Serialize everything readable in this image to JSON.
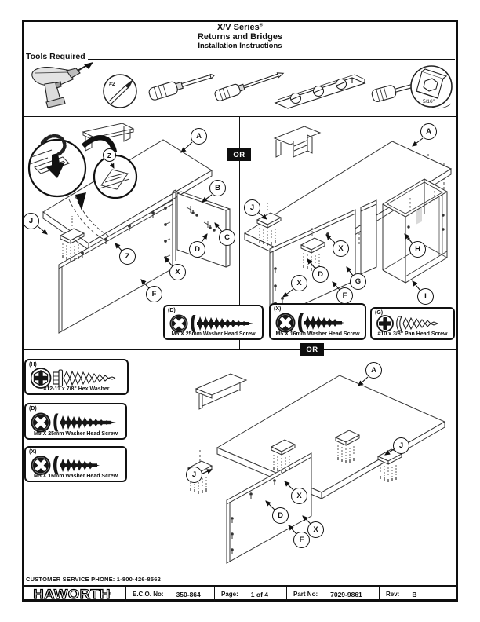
{
  "page": {
    "title_line1": "X/V Series",
    "title_reg": "®",
    "title_line2": "Returns and Bridges",
    "title_line3": "Installation Instructions"
  },
  "tools": {
    "heading": "Tools Required",
    "items": [
      {
        "name": "power-drill"
      },
      {
        "name": "phillips-bit",
        "label": "#2"
      },
      {
        "name": "phillips-screwdriver"
      },
      {
        "name": "flathead-screwdriver"
      },
      {
        "name": "level"
      },
      {
        "name": "nut-driver"
      },
      {
        "name": "socket-detail",
        "label": "5/16\""
      }
    ]
  },
  "or_label": "OR",
  "hardware": {
    "d25": {
      "tag": "(D)",
      "label": "M5 X 25mm Washer Head Screw"
    },
    "x16": {
      "tag": "(X)",
      "label": "M5 X 16mm Washer Head Screw"
    },
    "g10": {
      "tag": "(G)",
      "label": "#10 x 3/8\" Pan Head Screw"
    },
    "h12": {
      "tag": "(H)",
      "label": "#12-11 x 7/8\" Hex Washer"
    }
  },
  "diagram1": {
    "callouts": {
      "a": "A",
      "b": "B",
      "c": "C",
      "d": "D",
      "j": "J",
      "x": "X",
      "f": "F",
      "z1": "Z",
      "z2": "Z"
    }
  },
  "diagram2": {
    "callouts": {
      "a": "A",
      "j": "J",
      "x1": "X",
      "x2": "X",
      "d": "D",
      "g": "G",
      "f": "F",
      "h": "H",
      "i": "I"
    }
  },
  "diagram3": {
    "callouts": {
      "a": "A",
      "j1": "J",
      "j2": "J",
      "x1": "X",
      "d": "D",
      "x2": "X",
      "f": "F"
    }
  },
  "footer": {
    "customer_service": "CUSTOMER SERVICE PHONE: 1-800-426-8562",
    "brand": "HAWORTH",
    "brand_reg": "®",
    "eco_label": "E.C.O. No:",
    "eco_value": "350-864",
    "page_label": "Page:",
    "page_value": "1 of 4",
    "part_label": "Part No:",
    "part_value": "7029-9861",
    "rev_label": "Rev:",
    "rev_value": "B"
  }
}
